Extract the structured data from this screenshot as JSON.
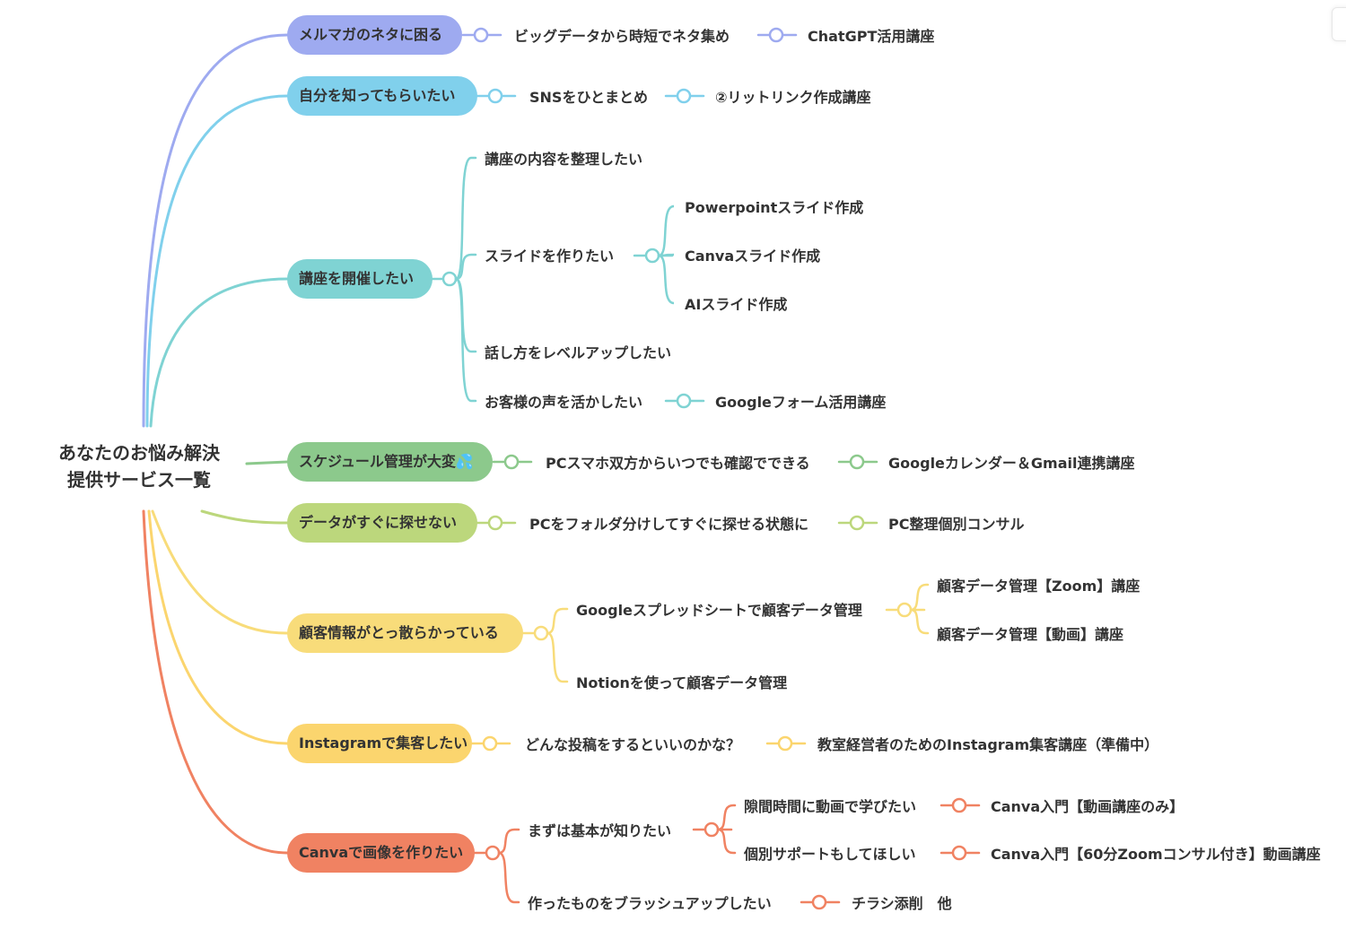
{
  "root": {
    "line1": "あなたのお悩み解決",
    "line2": "提供サービス一覧"
  },
  "colors": {
    "b1": "#9eaaf0",
    "b2": "#80d0ec",
    "b3": "#7fd3d3",
    "b4": "#8cc98c",
    "b5": "#bcd77c",
    "b6": "#f8dc7a",
    "b7": "#fbd56e",
    "b8": "#f08262"
  },
  "branches": [
    {
      "label": "メルマガのネタに困る",
      "c1": "ビッグデータから時短でネタ集め",
      "c2": "ChatGPT活用講座"
    },
    {
      "label": "自分を知ってもらいたい",
      "c1": "SNSをひとまとめ",
      "c2": "②リットリンク作成講座"
    },
    {
      "label": "講座を開催したい",
      "children": [
        "講座の内容を整理したい",
        "スライドを作りたい",
        "話し方をレベルアップしたい",
        "お客様の声を活かしたい"
      ],
      "slides": [
        "Powerpointスライド作成",
        "Canvaスライド作成",
        "AIスライド作成"
      ],
      "voice": "Googleフォーム活用講座"
    },
    {
      "label": "スケジュール管理が大変💦",
      "c1": "PCスマホ双方からいつでも確認でできる",
      "c2": "Googleカレンダー＆Gmail連携講座"
    },
    {
      "label": "データがすぐに探せない",
      "c1": "PCをフォルダ分けしてすぐに探せる状態に",
      "c2": "PC整理個別コンサル"
    },
    {
      "label": "顧客情報がとっ散らかっている",
      "children": [
        "Googleスプレッドシートで顧客データ管理",
        "Notionを使って顧客データ管理"
      ],
      "sheet": [
        "顧客データ管理【Zoom】講座",
        "顧客データ管理【動画】講座"
      ]
    },
    {
      "label": "Instagramで集客したい",
      "c1": "どんな投稿をするといいのかな？",
      "c2": "教室経営者のためのInstagram集客講座（準備中）"
    },
    {
      "label": "Canvaで画像を作りたい",
      "children": [
        "まずは基本が知りたい",
        "作ったものをブラッシュアップしたい"
      ],
      "basic": [
        "隙間時間に動画で学びたい",
        "個別サポートもしてほしい"
      ],
      "basic_c": [
        "Canva入門【動画講座のみ】",
        "Canva入門【60分Zoomコンサル付き】動画講座"
      ],
      "brush": "チラシ添削　他"
    }
  ]
}
